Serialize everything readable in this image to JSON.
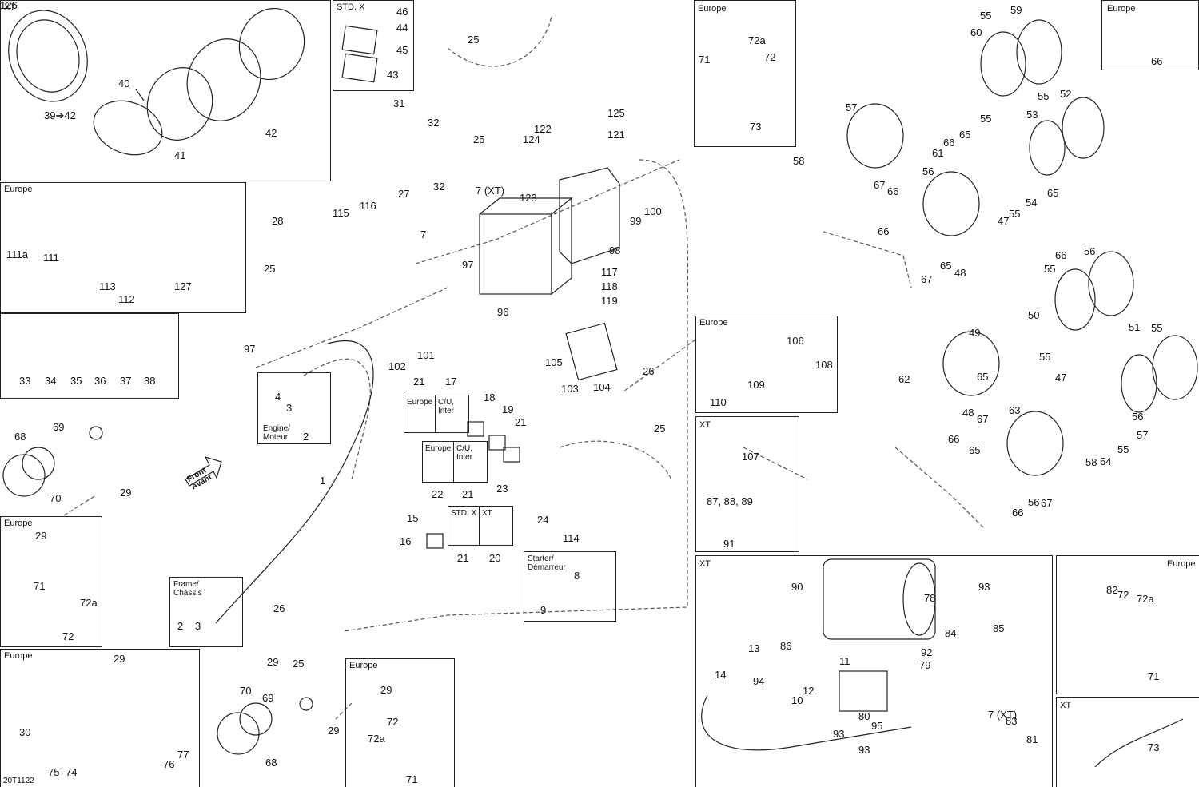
{
  "diagram_code": "20T1122",
  "boxes": {
    "xt_cluster": "XT",
    "std_x": "STD, X",
    "europe_switch": "Europe",
    "europe_tl": "Europe",
    "europe_tr_small": "Europe",
    "europe_mid": "Europe",
    "xt_horn": "XT",
    "xt_winch": "XT",
    "europe_br": "Europe",
    "xt_126": "XT",
    "europe_light": "Europe",
    "europe_tail": "Europe",
    "europe_bottom": "Europe",
    "engine_moteur": "Engine/\nMoteur",
    "frame_chassis": "Frame/\nChassis",
    "starter": "Starter/\nDémarreur",
    "front_avant": "Front\nAvant",
    "sw_row1_a": "Europe",
    "sw_row1_b": "C/U, Inter",
    "sw_row2_a": "Europe",
    "sw_row2_b": "C/U, Inter",
    "sw_row3_a": "STD, X",
    "sw_row3_b": "XT"
  },
  "callouts": [
    "39➔42",
    "40",
    "41",
    "42",
    "46",
    "44",
    "45",
    "43",
    "25",
    "31",
    "32",
    "25",
    "27",
    "32",
    "125",
    "122",
    "121",
    "124",
    "7 (XT)",
    "123",
    "99",
    "100",
    "7",
    "98",
    "97",
    "96",
    "117",
    "118",
    "119",
    "101",
    "102",
    "105",
    "103",
    "104",
    "28",
    "115",
    "116",
    "25",
    "111a",
    "111",
    "113",
    "112",
    "127",
    "33",
    "34",
    "35",
    "36",
    "37",
    "38",
    "97",
    "4",
    "3",
    "2",
    "1",
    "21",
    "17",
    "18",
    "19",
    "21",
    "22",
    "21",
    "23",
    "24",
    "114",
    "16",
    "15",
    "21",
    "20",
    "25",
    "26",
    "68",
    "69",
    "70",
    "29",
    "29",
    "71",
    "72a",
    "72",
    "2",
    "3",
    "8",
    "9",
    "26",
    "25",
    "29",
    "30",
    "74",
    "75",
    "76",
    "77",
    "29",
    "70",
    "69",
    "68",
    "29",
    "29",
    "72",
    "72a",
    "71",
    "71",
    "72a",
    "72",
    "73",
    "55",
    "59",
    "60",
    "55",
    "65",
    "57",
    "66",
    "61",
    "55",
    "52",
    "53",
    "58",
    "67",
    "66",
    "56",
    "47",
    "54",
    "65",
    "55",
    "66",
    "65",
    "48",
    "67",
    "66",
    "56",
    "55",
    "49",
    "50",
    "55",
    "47",
    "65",
    "51",
    "55",
    "62",
    "48",
    "67",
    "66",
    "63",
    "56",
    "57",
    "55",
    "65",
    "58",
    "64",
    "66",
    "56",
    "67",
    "66",
    "106",
    "108",
    "109",
    "110",
    "107",
    "87, 88, 89",
    "91",
    "90",
    "78",
    "93",
    "85",
    "84",
    "86",
    "13",
    "10",
    "12",
    "11",
    "92",
    "79",
    "80",
    "95",
    "94",
    "93",
    "93",
    "14",
    "7 (XT)",
    "83",
    "81",
    "82",
    "72",
    "72a",
    "71",
    "73",
    "126"
  ]
}
